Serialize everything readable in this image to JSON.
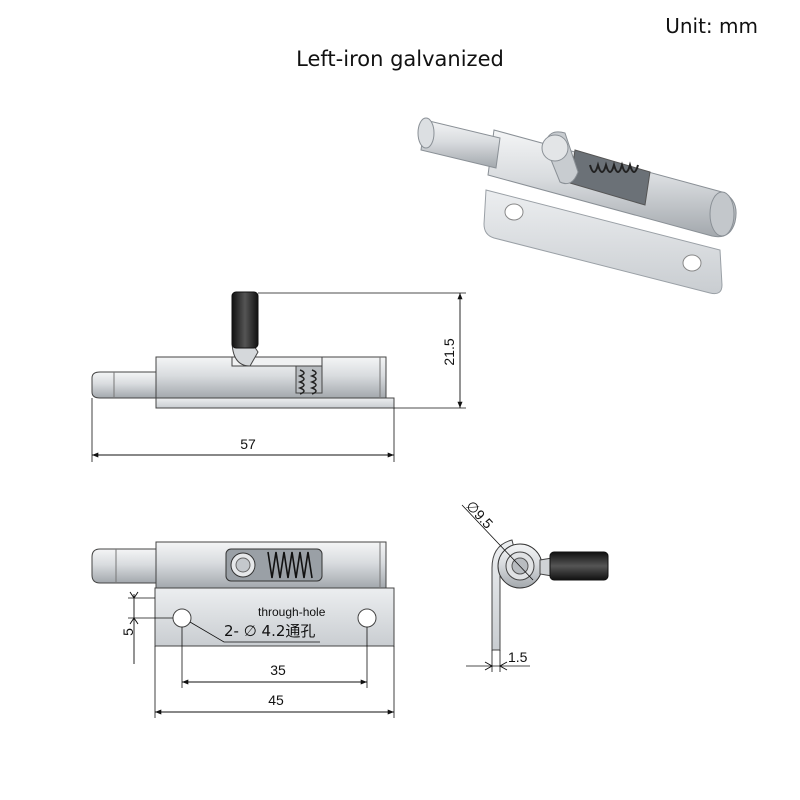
{
  "header": {
    "unit": "Unit:  mm",
    "title": "Left-iron galvanized"
  },
  "side_view": {
    "width_dim": "57",
    "height_dim": "21.5"
  },
  "front_view": {
    "hole_label": "through-hole",
    "hole_spec": "2- ∅ 4.2通孔",
    "hole_offset_dim": "5",
    "hole_spacing_dim": "35",
    "plate_width_dim": "45"
  },
  "end_view": {
    "diameter_dim": "∅9.5",
    "thickness_dim": "1.5"
  },
  "colors": {
    "metal": "#d6d9dc",
    "metal_dark": "#9aa0a6",
    "knob": "#2a2a2a"
  }
}
